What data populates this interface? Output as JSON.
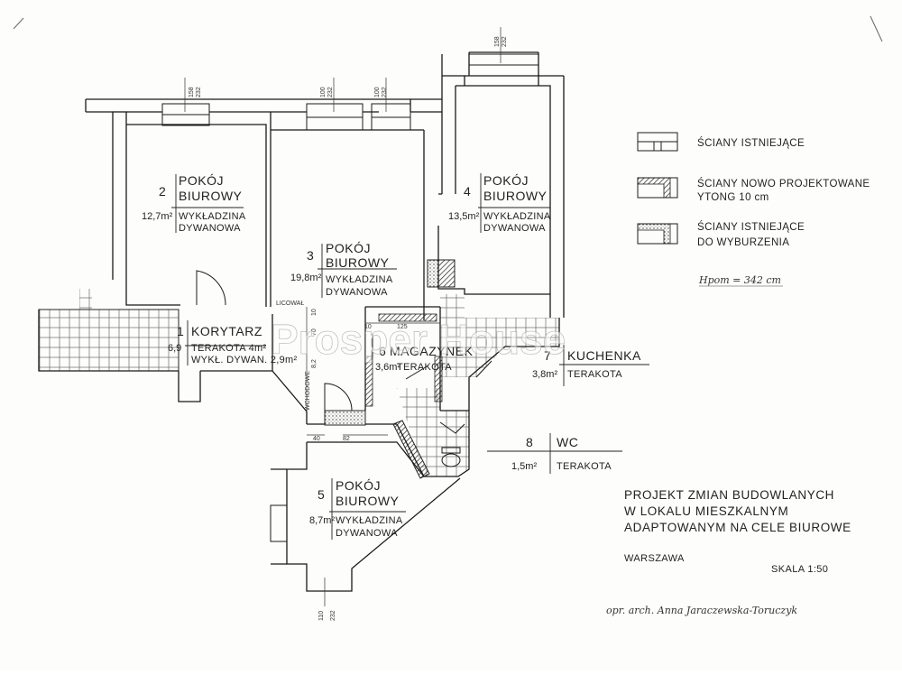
{
  "rooms": [
    {
      "number": "2",
      "name_line1": "POKÓJ",
      "name_line2": "BIUROWY",
      "area": "12,7m²",
      "floor_line1": "WYKŁADZINA",
      "floor_line2": "DYWANOWA"
    },
    {
      "number": "3",
      "name_line1": "POKÓJ",
      "name_line2": "BIUROWY",
      "area": "19,8m²",
      "floor_line1": "WYKŁADZINA",
      "floor_line2": "DYWANOWA"
    },
    {
      "number": "4",
      "name_line1": "POKÓJ",
      "name_line2": "BIUROWY",
      "area": "13,5m²",
      "floor_line1": "WYKŁADZINA",
      "floor_line2": "DYWANOWA"
    },
    {
      "number": "1",
      "name_line1": "KORYTARZ",
      "area": "6,9",
      "floor_line1": "TERAKOTA 4m²",
      "floor_line2": "WYKŁ. DYWAN. 2,9m²"
    },
    {
      "number": "6",
      "name_line1": "MAGAZYNEK",
      "area": "3,6m²",
      "floor_line1": "TERAKOTA"
    },
    {
      "number": "7",
      "name_line1": "KUCHENKA",
      "area": "3,8m²",
      "floor_line1": "TERAKOTA"
    },
    {
      "number": "8",
      "name_line1": "WC",
      "area": "1,5m²",
      "floor_line1": "TERAKOTA"
    },
    {
      "number": "5",
      "name_line1": "POKÓJ",
      "name_line2": "BIUROWY",
      "area": "8,7m²",
      "floor_line1": "WYKŁADZINA",
      "floor_line2": "DYWANOWA"
    }
  ],
  "legend": [
    {
      "line1": "ŚCIANY ISTNIEJĄCE",
      "line2": ""
    },
    {
      "line1": "ŚCIANY NOWO PROJEKTOWANE",
      "line2": "YTONG 10 cm"
    },
    {
      "line1": "ŚCIANY ISTNIEJĄCE",
      "line2": "DO WYBURZENIA"
    }
  ],
  "height_note": "Hpom = 342 cm",
  "title_block": {
    "line1": "PROJEKT ZMIAN BUDOWLANYCH",
    "line2": "W LOKALU MIESZKALNYM",
    "line3": "ADAPTOWANYM NA CELE BIUROWE",
    "city": "WARSZAWA",
    "scale": "SKALA 1:50",
    "author": "opr. arch. Anna Jaraczewska-Toruczyk"
  },
  "dimensions": {
    "top_room2": [
      "158",
      "232"
    ],
    "top_room3a": [
      "100",
      "232"
    ],
    "top_room3b": [
      "100",
      "232"
    ],
    "top_room4": [
      "158",
      "232"
    ],
    "bottom_room5": [
      "110",
      "232"
    ],
    "corridor_door": "LICOWAŁ",
    "corridor_v1": "10",
    "corridor_v2": "70",
    "corridor_v3": "8,2",
    "corridor_door2": "WCHODOWE",
    "mag_top1": "10",
    "mag_top2": "125",
    "room5_top1": "40",
    "room5_top2": "82"
  },
  "watermark": "Prosper House"
}
